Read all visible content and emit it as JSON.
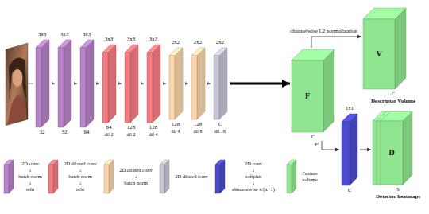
{
  "diagram": {
    "nodes": [
      {
        "text": [
          "3x3",
          "32"
        ]
      },
      {
        "text": [
          "3x3",
          "32"
        ]
      },
      {
        "text": [
          "3x3",
          "64"
        ]
      },
      {
        "text": [
          "3x3",
          "64",
          "dil 2"
        ]
      },
      {
        "text": [
          "3x3",
          "128",
          "dil 2"
        ]
      },
      {
        "text": [
          "3x3",
          "128",
          "dil 4"
        ]
      },
      {
        "text": [
          "2x2",
          "128",
          "dil 4"
        ]
      },
      {
        "text": [
          "2x2",
          "128",
          "dil 8"
        ]
      },
      {
        "text": [
          "2x2",
          "C",
          "dil 16"
        ]
      },
      {
        "text": [
          "F",
          "C"
        ]
      },
      {
        "text": [
          "V",
          "C",
          "Descriptor Volume"
        ]
      },
      {
        "text": [
          "1x1",
          "C"
        ]
      },
      {
        "text": [
          "D",
          "S",
          "Detector heatmaps"
        ]
      }
    ],
    "edges": [
      {
        "from": 0,
        "to": 1,
        "arrow": "to"
      },
      {
        "from": 1,
        "to": 2,
        "arrow": "to"
      },
      {
        "from": 2,
        "to": 3,
        "arrow": "to"
      },
      {
        "from": 3,
        "to": 4,
        "arrow": "to"
      },
      {
        "from": 4,
        "to": 5,
        "arrow": "to"
      },
      {
        "from": 5,
        "to": 6,
        "arrow": "to"
      },
      {
        "from": 6,
        "to": 7,
        "arrow": "to"
      },
      {
        "from": 7,
        "to": 8,
        "arrow": "to"
      },
      {
        "from": 8,
        "to": 9,
        "arrow": "to"
      },
      {
        "from": 9,
        "to": 10,
        "label": "channelwise L2 normalization",
        "arrow": "to"
      },
      {
        "from": 9,
        "to": 11,
        "label": "F'",
        "arrow": "to"
      },
      {
        "from": 11,
        "to": 12,
        "arrow": "to"
      }
    ],
    "legend": [
      {
        "text": "2D conv ↓ batch norm ↓ relu",
        "color": "#b784c8"
      },
      {
        "text": "2D dilated conv ↓ batch norm ↓ relu",
        "color": "#f47c82"
      },
      {
        "text": "2D dilated conv ↓ batch norm",
        "color": "#fcd6ab"
      },
      {
        "text": "2D dilated conv",
        "color": "#c6c3d6"
      },
      {
        "text": "2D conv ↓ softplus ↓ elementwise x/(x+1)",
        "color": "#4b4bcf"
      },
      {
        "text": "Feature volume",
        "color": "#90e690"
      }
    ]
  }
}
